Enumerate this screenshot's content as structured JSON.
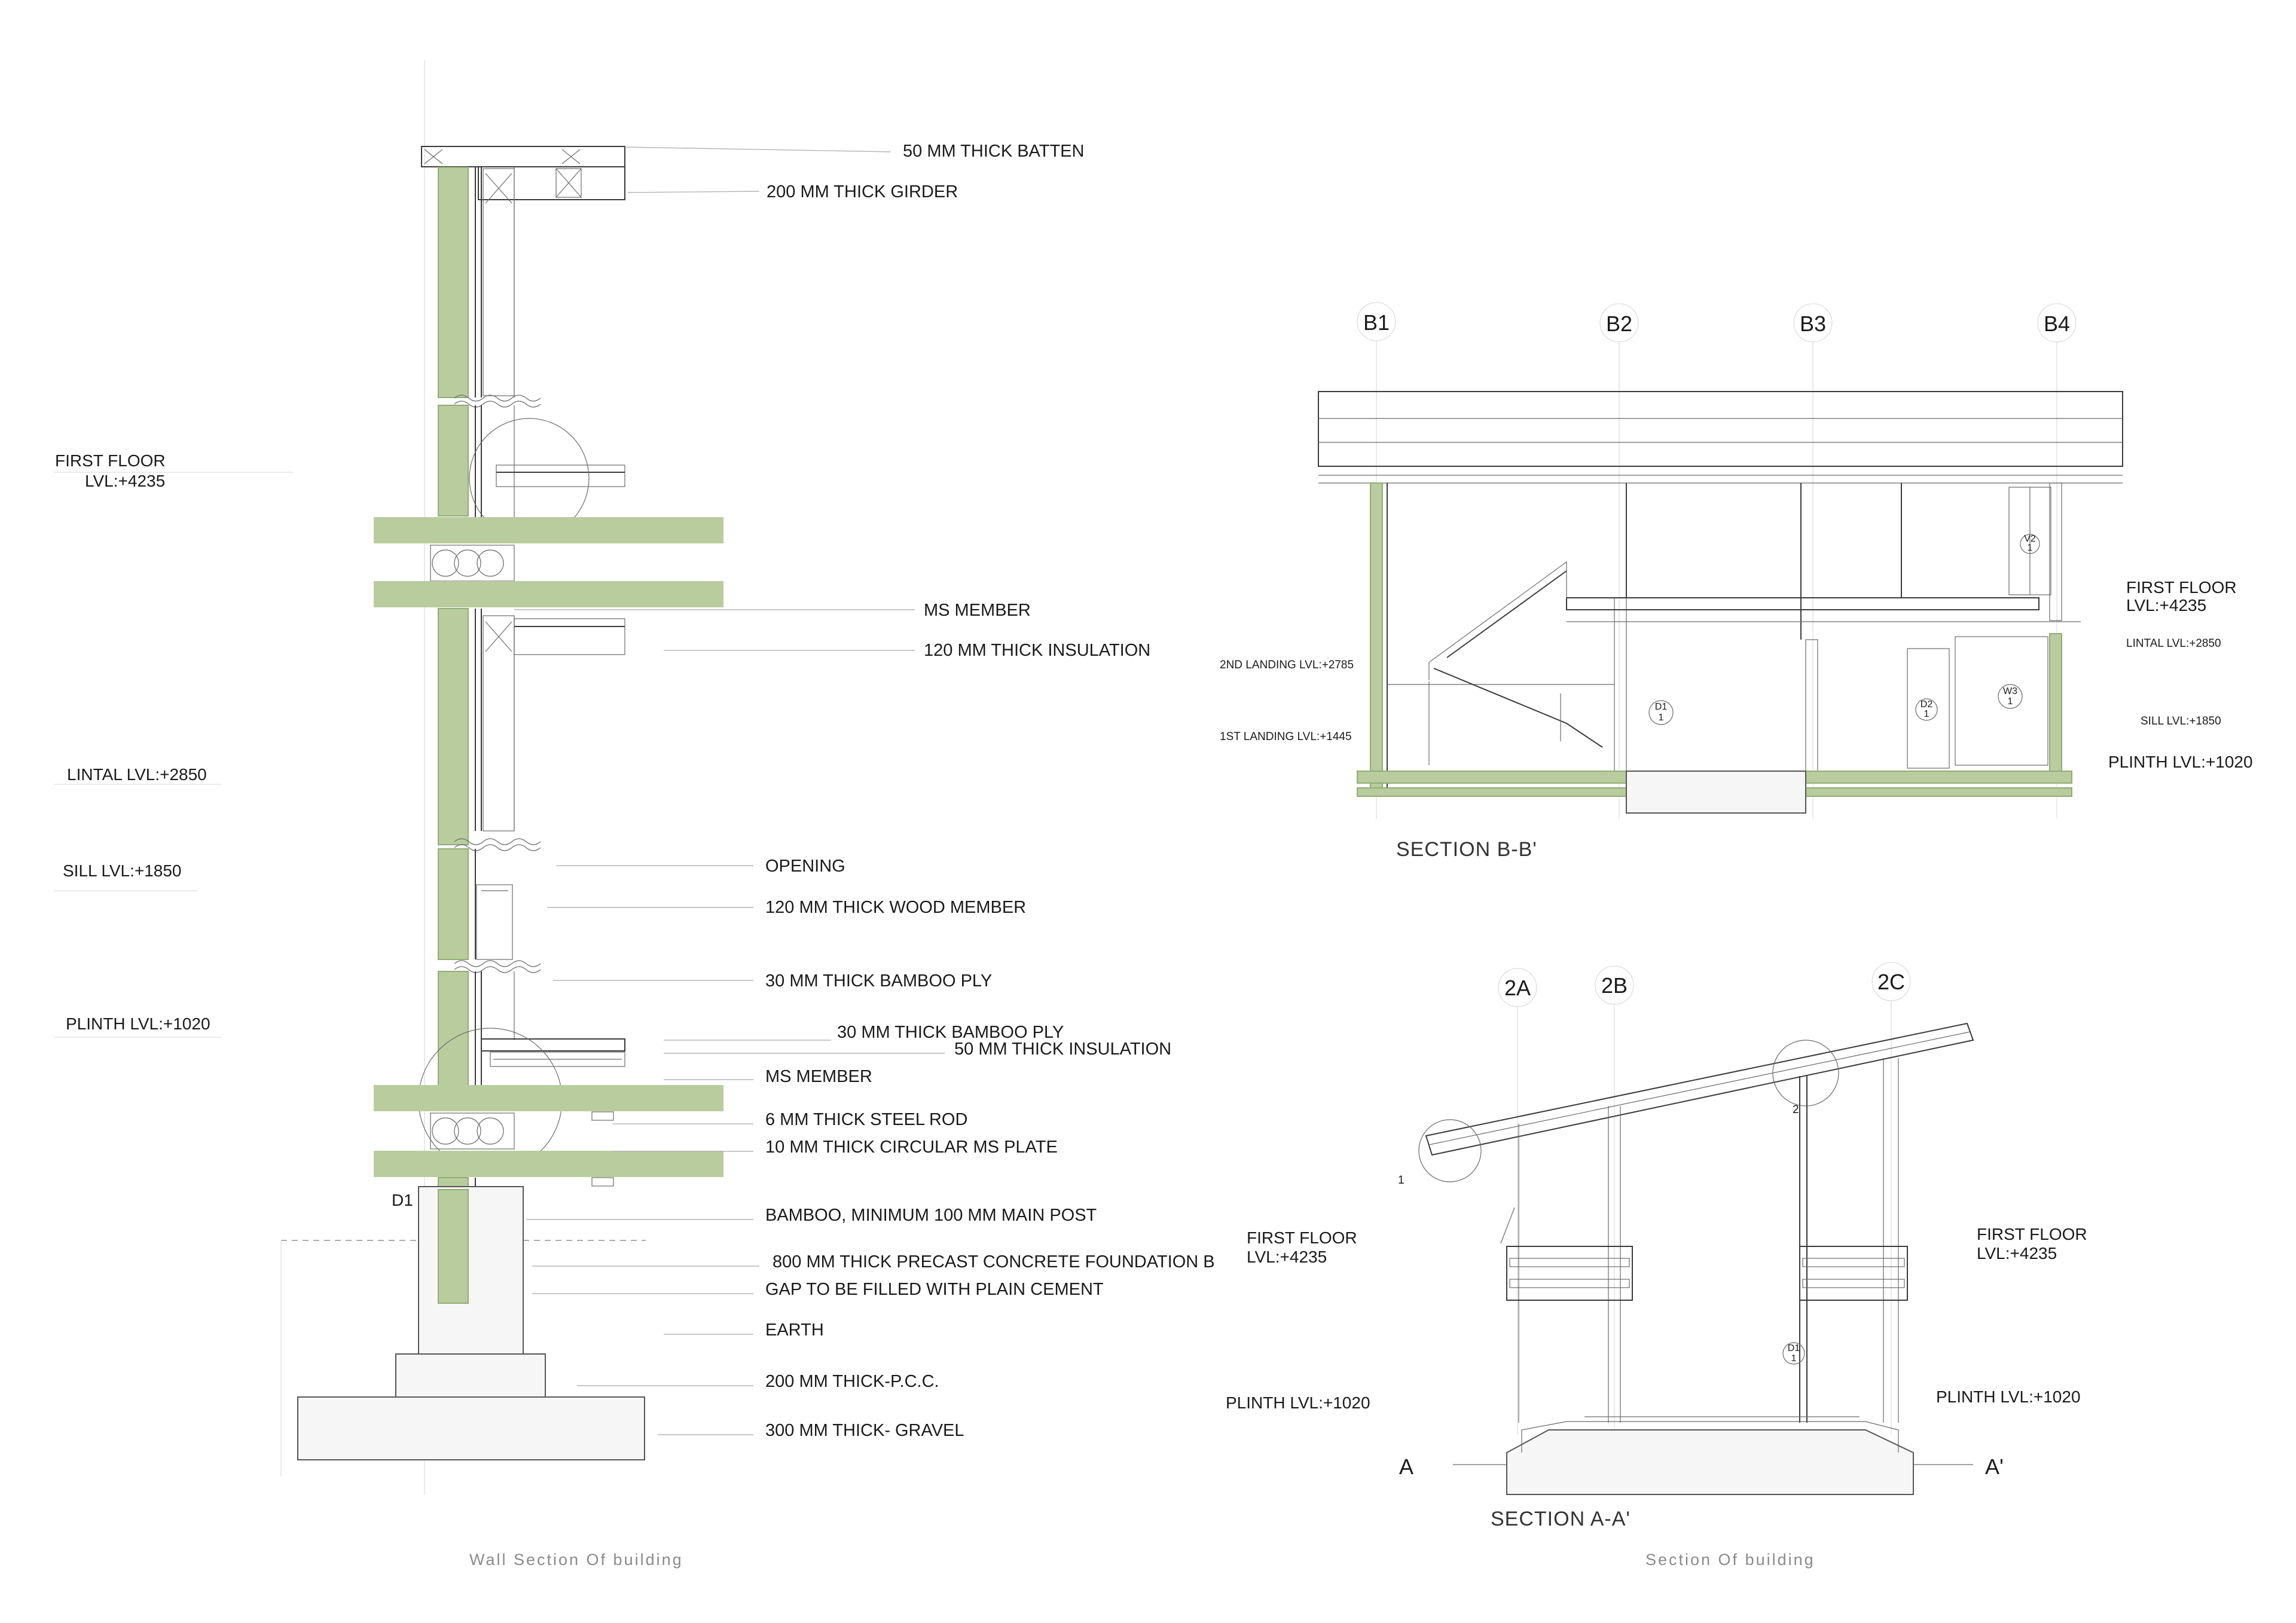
{
  "wall_section": {
    "caption": "Wall Section Of building",
    "levels": {
      "first_floor_a": "FIRST FLOOR",
      "first_floor_b": "LVL:+4235",
      "lintal": "LINTAL LVL:+2850",
      "sill": "SILL LVL:+1850",
      "plinth": "PLINTH LVL:+1020"
    },
    "detail_tag": "D1",
    "notes": [
      "50 MM THICK BATTEN",
      "200 MM THICK GIRDER",
      "MS MEMBER",
      "120 MM THICK INSULATION",
      "OPENING",
      "120 MM THICK WOOD MEMBER",
      "30 MM THICK BAMBOO PLY",
      "30 MM THICK BAMBOO PLY",
      "50 MM THICK INSULATION",
      "MS MEMBER",
      "6 MM THICK STEEL ROD",
      "10 MM THICK CIRCULAR MS PLATE",
      "BAMBOO, MINIMUM 100 MM MAIN POST",
      "800 MM THICK PRECAST CONCRETE FOUNDATION B",
      "GAP TO BE FILLED WITH PLAIN CEMENT",
      "EARTH",
      "200 MM THICK-P.C.C.",
      "300 MM THICK- GRAVEL"
    ]
  },
  "section_bb": {
    "title": "SECTION B-B'",
    "grids": [
      "B1",
      "B2",
      "B3",
      "B4"
    ],
    "levels": {
      "first_floor_a": "FIRST FLOOR",
      "first_floor_b": "LVL:+4235",
      "lintal": "LINTAL LVL:+2850",
      "sill": "SILL LVL:+1850",
      "plinth": "PLINTH LVL:+1020",
      "landing2": "2ND LANDING LVL:+2785",
      "landing1": "1ST LANDING LVL:+1445"
    },
    "symbols": {
      "d1a": "D1",
      "d1b": "1",
      "d2a": "D2",
      "d2b": "1",
      "w3a": "W3",
      "w3b": "1",
      "v2a": "V2",
      "v2b": "1"
    }
  },
  "section_aa": {
    "title": "SECTION A-A'",
    "grids": [
      "2A",
      "2B",
      "2C"
    ],
    "cut_left": "A",
    "cut_right": "A'",
    "levels": {
      "first_floor_left_a": "FIRST FLOOR",
      "first_floor_left_b": "LVL:+4235",
      "first_floor_right_a": "FIRST FLOOR",
      "first_floor_right_b": "LVL:+4235",
      "plinth_left": "PLINTH LVL:+1020",
      "plinth_right": "PLINTH LVL:+1020"
    },
    "symbols": {
      "d1a": "D1",
      "d1b": "1"
    },
    "detail_1": "1",
    "detail_2": "2"
  },
  "section_caption": "Section Of building",
  "colors": {
    "bamboo_green": "#b9cc9e",
    "line": "#3a3a3a",
    "leader": "#b5b5b5"
  }
}
